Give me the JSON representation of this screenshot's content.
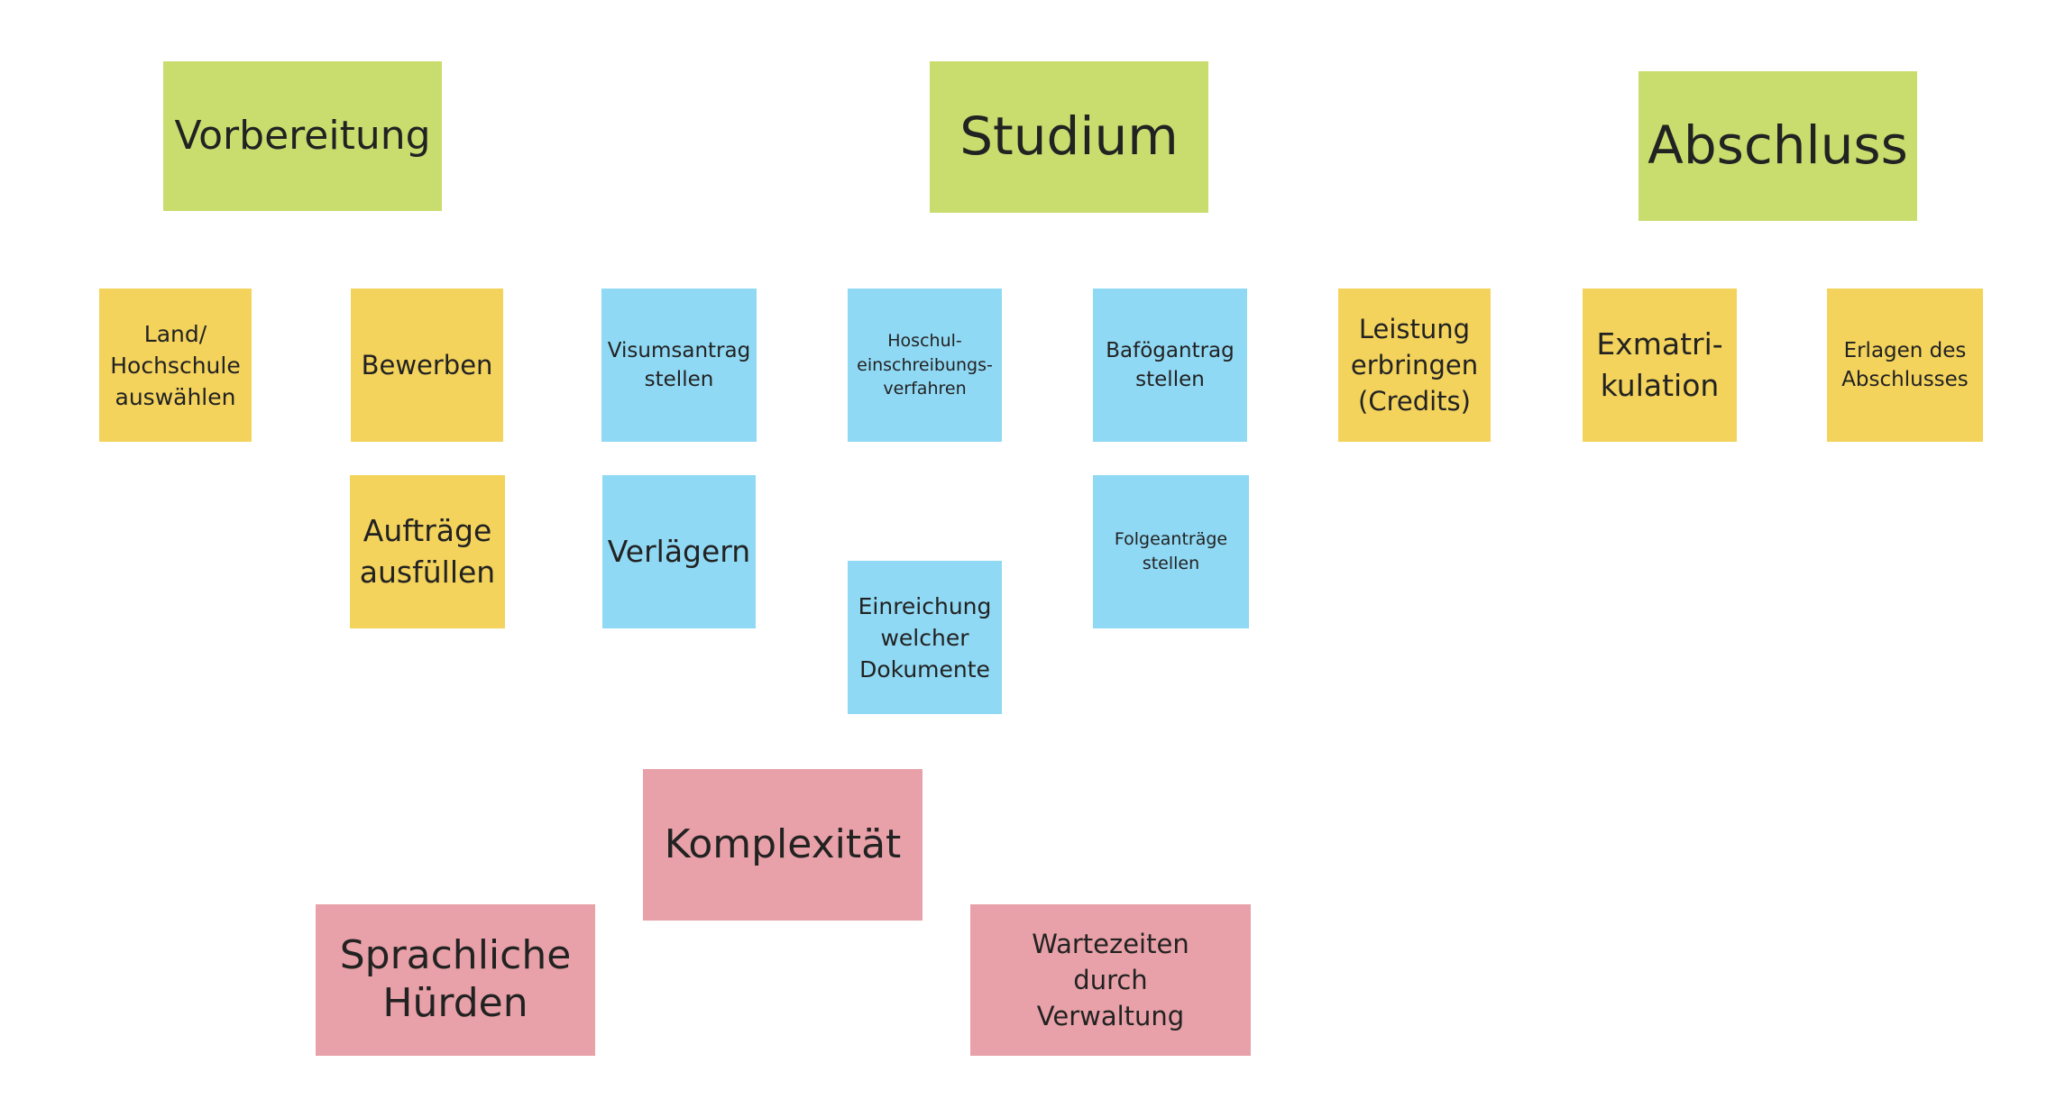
{
  "phases": {
    "vorbereitung": "Vorbereitung",
    "studium": "Studium",
    "abschluss": "Abschluss"
  },
  "steps": {
    "land_hochschule": "Land/\nHochschule\nauswählen",
    "bewerben": "Bewerben",
    "auftraege": "Aufträge\nausfüllen",
    "visumsantrag": "Visumsantrag\nstellen",
    "verlaegern": "Verlägern",
    "einschreibung": "Hoschul-\neinschreibungs-\nverfahren",
    "einreichung": "Einreichung\nwelcher\nDokumente",
    "bafoeg": "Bafögantrag\nstellen",
    "folgeantraege": "Folgeanträge\nstellen",
    "leistung": "Leistung\nerbringen\n(Credits)",
    "exmatrikulation": "Exmatri-\nkulation",
    "erlagen": "Erlagen des\nAbschlusses"
  },
  "problems": {
    "komplexitaet": "Komplexität",
    "sprachliche": "Sprachliche\nHürden",
    "wartezeiten": "Wartezeiten\ndurch\nVerwaltung"
  },
  "colors": {
    "phase": "#c9dd6e",
    "step_yellow": "#f3d35c",
    "step_blue": "#90d9f4",
    "problem": "#e8a1a8"
  }
}
